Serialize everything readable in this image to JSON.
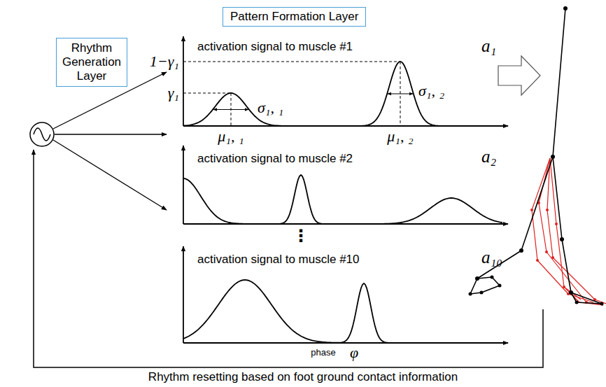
{
  "diagram": {
    "nodes": [
      {
        "text": [
          "Pattern Formation Layer"
        ]
      },
      {
        "text": [
          "Rhythm Generation Layer"
        ]
      }
    ],
    "labels": [
      "activation signal to muscle #1",
      "a₁",
      "1−γ₁",
      "γ₁",
      "σ₁, ₁",
      "σ₁, ₂",
      "μ₁, ₁",
      "μ₁, ₂",
      "activation signal to muscle #2",
      "a₂",
      "⋮",
      "activation signal to muscle #10",
      "a₁₀",
      "phase",
      "φ",
      "Rhythm resetting based on foot ground contact information"
    ]
  }
}
